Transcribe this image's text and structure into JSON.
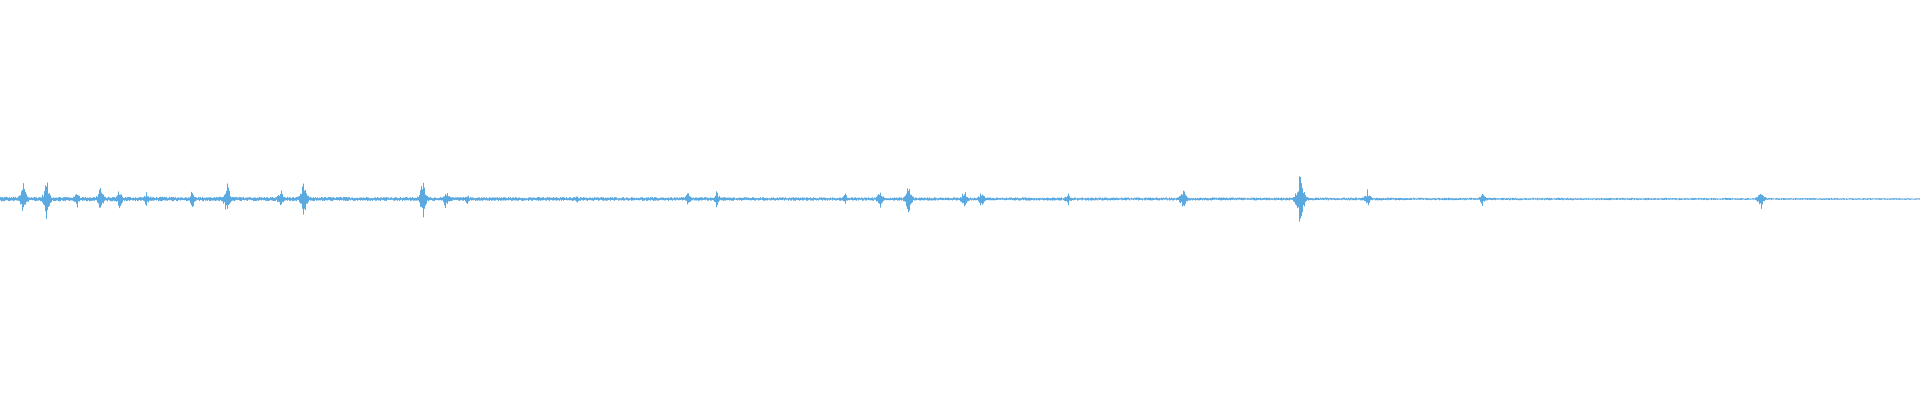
{
  "waveform": {
    "color": "#5aa9e0",
    "background": "#ffffff",
    "baseline_amplitude": 0.012,
    "bursts": [
      {
        "t": 0.012,
        "a": 0.1
      },
      {
        "t": 0.024,
        "a": 0.12
      },
      {
        "t": 0.04,
        "a": 0.05
      },
      {
        "t": 0.052,
        "a": 0.08
      },
      {
        "t": 0.062,
        "a": 0.06
      },
      {
        "t": 0.076,
        "a": 0.04
      },
      {
        "t": 0.1,
        "a": 0.06
      },
      {
        "t": 0.118,
        "a": 0.11
      },
      {
        "t": 0.146,
        "a": 0.06
      },
      {
        "t": 0.158,
        "a": 0.11
      },
      {
        "t": 0.22,
        "a": 0.12
      },
      {
        "t": 0.232,
        "a": 0.06
      },
      {
        "t": 0.243,
        "a": 0.03
      },
      {
        "t": 0.3,
        "a": 0.03
      },
      {
        "t": 0.358,
        "a": 0.04
      },
      {
        "t": 0.373,
        "a": 0.05
      },
      {
        "t": 0.44,
        "a": 0.03
      },
      {
        "t": 0.458,
        "a": 0.06
      },
      {
        "t": 0.473,
        "a": 0.09
      },
      {
        "t": 0.502,
        "a": 0.06
      },
      {
        "t": 0.511,
        "a": 0.05
      },
      {
        "t": 0.556,
        "a": 0.04
      },
      {
        "t": 0.616,
        "a": 0.07
      },
      {
        "t": 0.677,
        "a": 0.2
      },
      {
        "t": 0.712,
        "a": 0.05
      },
      {
        "t": 0.772,
        "a": 0.04
      },
      {
        "t": 0.917,
        "a": 0.06
      }
    ]
  }
}
